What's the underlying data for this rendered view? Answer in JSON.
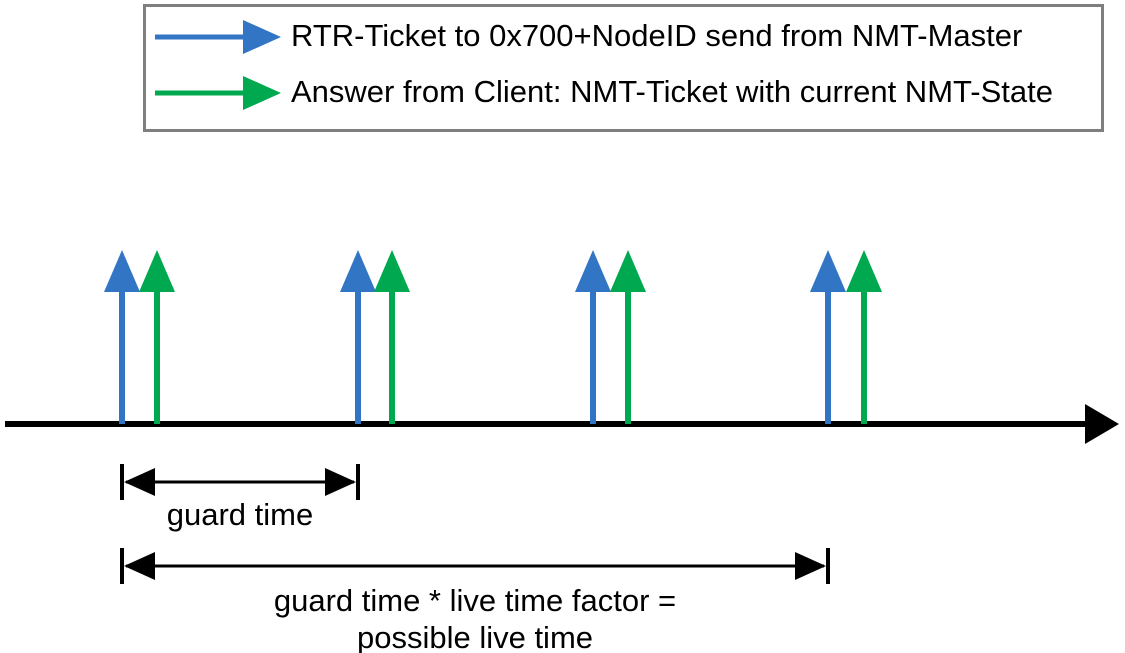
{
  "diagram": {
    "title": "CANopen Node Guarding timing diagram",
    "background_color": "#ffffff",
    "line_color": "#000000"
  },
  "legend": {
    "border_color": "#7f7f7f",
    "background_color": "#ffffff",
    "items": [
      {
        "id": "rtr-ticket",
        "color": "#3275c4",
        "label": "RTR-Ticket to 0x700+NodeID send from NMT-Master",
        "icon": "right-arrow-icon"
      },
      {
        "id": "nmt-ticket",
        "color": "#00a94f",
        "label": "Answer from Client: NMT-Ticket with current NMT-State",
        "icon": "right-arrow-icon"
      }
    ]
  },
  "timeline": {
    "axis_label": "time-axis",
    "axis_color": "#000000",
    "events": [
      {
        "index": 1,
        "series": "rtr-ticket",
        "color": "#3275c4",
        "x": 122
      },
      {
        "index": 1,
        "series": "nmt-ticket",
        "color": "#00a94f",
        "x": 157
      },
      {
        "index": 2,
        "series": "rtr-ticket",
        "color": "#3275c4",
        "x": 358
      },
      {
        "index": 2,
        "series": "nmt-ticket",
        "color": "#00a94f",
        "x": 392
      },
      {
        "index": 3,
        "series": "rtr-ticket",
        "color": "#3275c4",
        "x": 593
      },
      {
        "index": 3,
        "series": "nmt-ticket",
        "color": "#00a94f",
        "x": 628
      },
      {
        "index": 4,
        "series": "rtr-ticket",
        "color": "#3275c4",
        "x": 828
      },
      {
        "index": 4,
        "series": "nmt-ticket",
        "color": "#00a94f",
        "x": 864
      }
    ]
  },
  "measurements": [
    {
      "id": "guard-time",
      "label": "guard time",
      "from_x": 122,
      "to_x": 358,
      "y": 482
    },
    {
      "id": "possible-live-time",
      "label_line_1": "guard time * live time factor =",
      "label_line_2": "possible live time",
      "from_x": 122,
      "to_x": 828,
      "y": 566
    }
  ],
  "chart_data": {
    "type": "diagram",
    "title": "CANopen Node Guarding protocol timing",
    "xlabel": "time",
    "ylabel": "",
    "legend_position": "top",
    "series": [
      {
        "name": "RTR-Ticket to 0x700+NodeID send from NMT-Master",
        "color": "#3275c4",
        "event_times": [
          122,
          358,
          593,
          828
        ]
      },
      {
        "name": "Answer from Client: NMT-Ticket with current NMT-State",
        "color": "#00a94f",
        "event_times": [
          157,
          392,
          628,
          864
        ]
      }
    ],
    "annotations": [
      {
        "text": "guard time",
        "span_x": [
          122,
          358
        ]
      },
      {
        "text": "guard time * live time factor = possible live time",
        "span_x": [
          122,
          828
        ]
      }
    ]
  }
}
